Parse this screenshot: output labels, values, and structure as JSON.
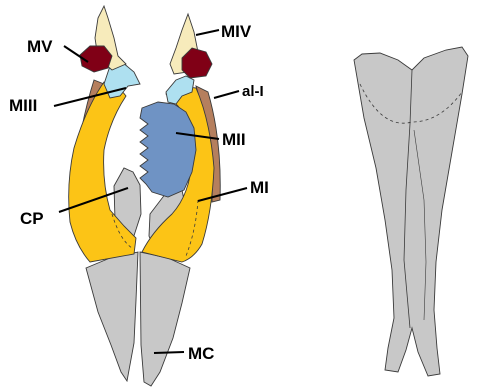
{
  "figure": {
    "labels": {
      "mv": "MV",
      "miv": "MIV",
      "miii": "MIII",
      "al_i": "al-I",
      "mii": "MII",
      "mi": "MI",
      "cp": "CP",
      "mc": "MC"
    },
    "colors": {
      "mi": "#fcc416",
      "mii": "#6f93c4",
      "miii": "#aee0f0",
      "miv": "#f7ebbb",
      "mv": "#800016",
      "al_i": "#b57f5e",
      "cp_mc": "#c8c8c8",
      "outline": "#3a3a3a"
    }
  }
}
